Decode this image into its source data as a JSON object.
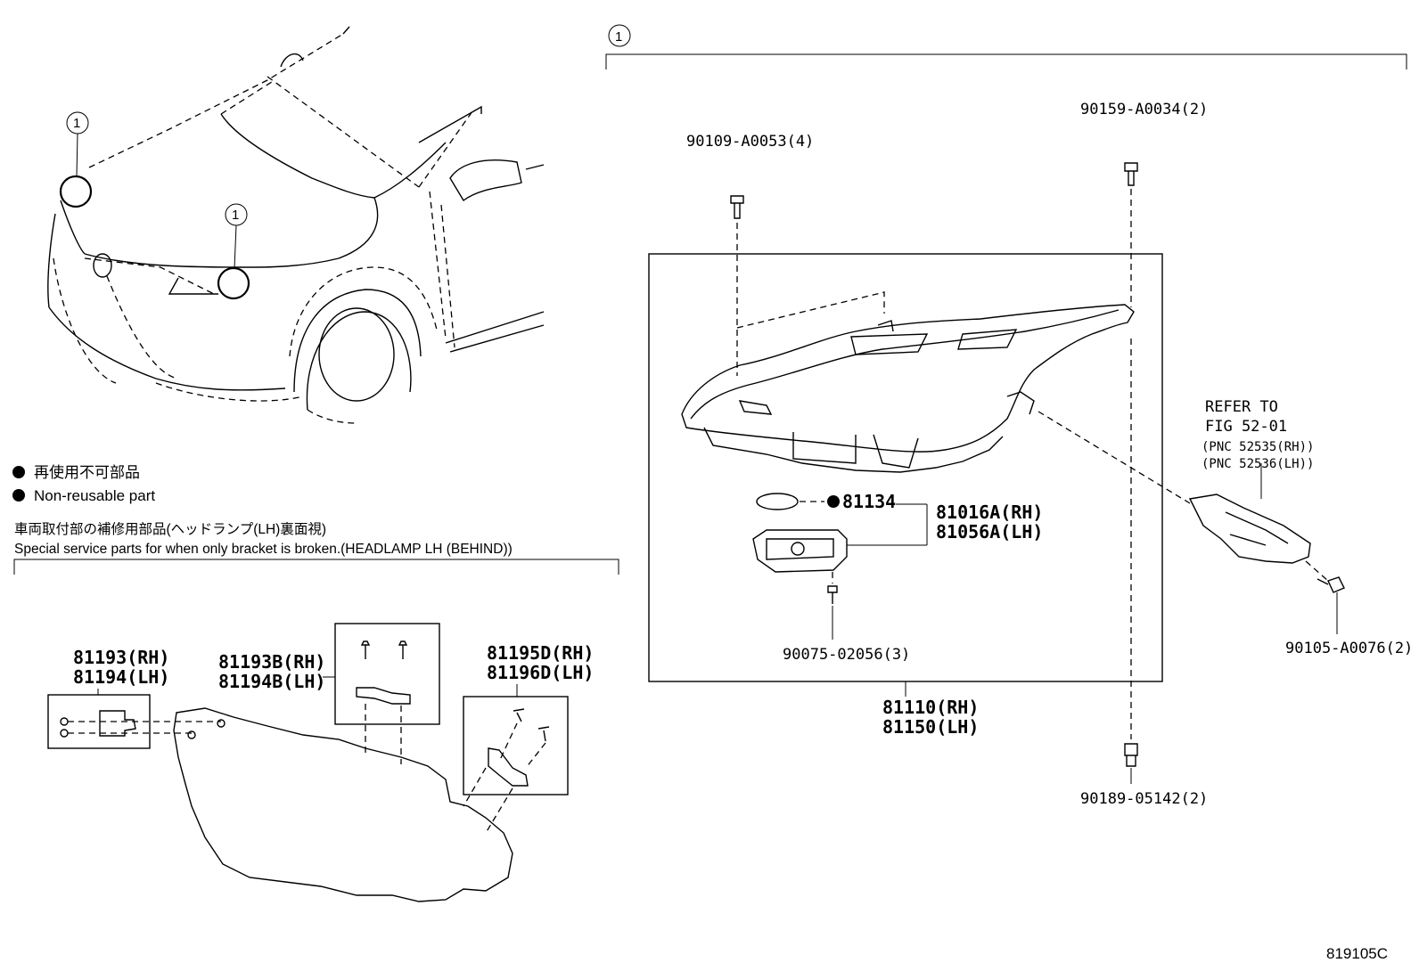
{
  "callout_number": "1",
  "legend": {
    "jp": "再使用不可部品",
    "en": "Non-reusable part"
  },
  "special_service": {
    "jp": "車両取付部の補修用部品(ヘッドランプ(LH)裏面視)",
    "en": "Special service parts for when only bracket is broken.(HEADLAMP LH (BEHIND))"
  },
  "parts": {
    "p90109": "90109-A0053(4)",
    "p90159": "90159-A0034(2)",
    "p81134": "81134",
    "p81016_rh": "81016A(RH)",
    "p81056_lh": "81056A(LH)",
    "p90075": "90075-02056(3)",
    "p81110_rh": "81110(RH)",
    "p81150_lh": "81150(LH)",
    "p90189": "90189-05142(2)",
    "p90105": "90105-A0076(2)",
    "refer_line1": "REFER TO",
    "refer_line2": "FIG 52-01",
    "refer_line3": "(PNC 52535(RH))",
    "refer_line4": "(PNC 52536(LH))",
    "p81193_rh": "81193(RH)",
    "p81194_lh": "81194(LH)",
    "p81193b_rh": "81193B(RH)",
    "p81194b_lh": "81194B(LH)",
    "p81195d_rh": "81195D(RH)",
    "p81196d_lh": "81196D(LH)"
  },
  "figure_id": "819105C"
}
